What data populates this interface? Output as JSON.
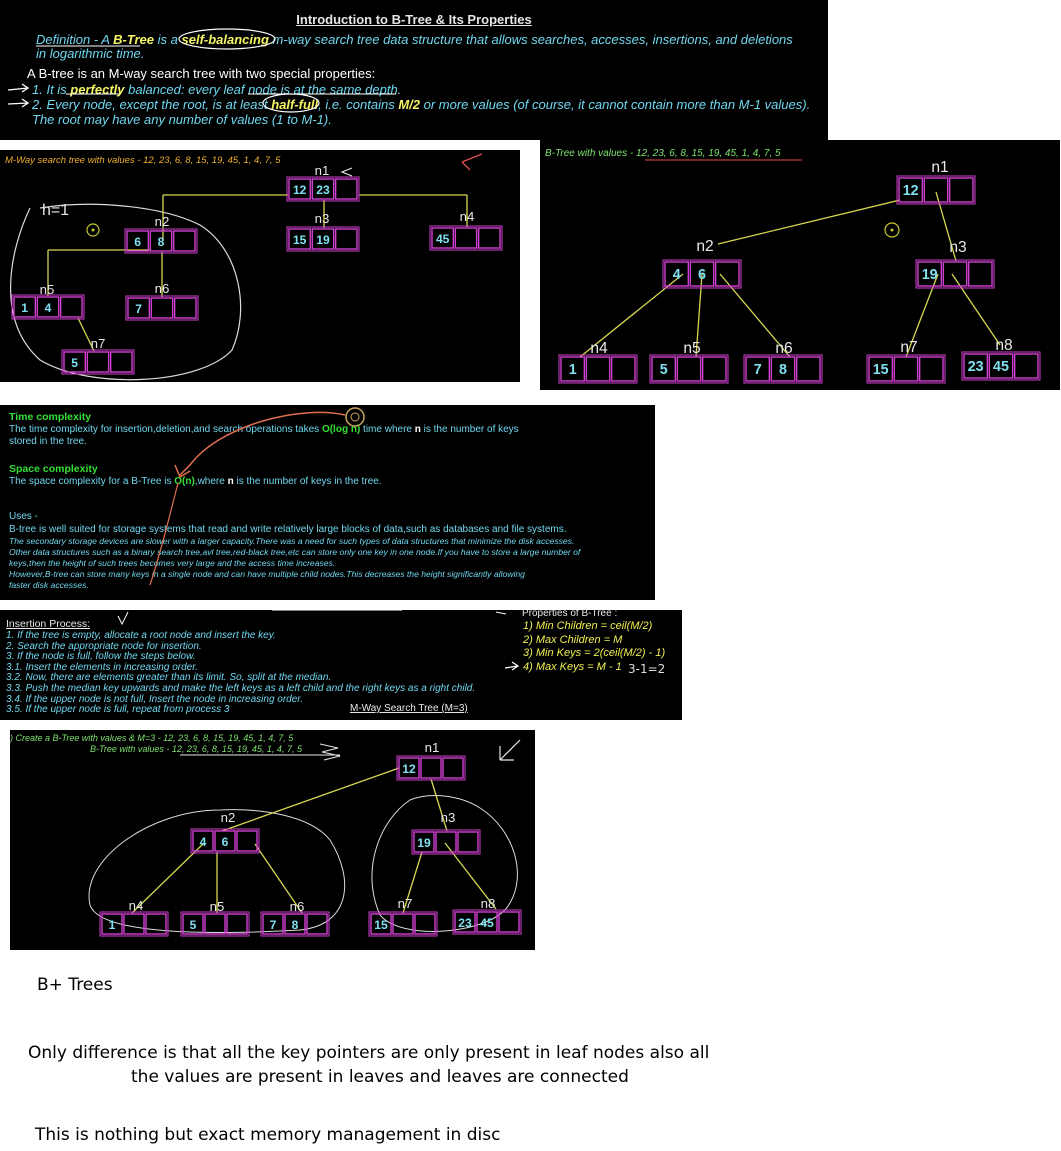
{
  "intro": {
    "title": "Introduction to B-Tree & Its Properties",
    "def_a": "Definition - A ",
    "def_btree": "B-Tree",
    "def_b": " is a ",
    "def_sb": "self-balancing",
    "def_c": " m-way search tree data structure that allows searches, accesses, insertions, and deletions",
    "def_d": "in logarithmic time.",
    "spec": "A B-tree is an M-way search tree with two special properties:",
    "p1_a": "1. It is ",
    "p1_b": "perfectly",
    "p1_c": " balanced: every leaf node is at the same depth.",
    "p2_a": "2. Every node, except the root, is at least ",
    "p2_b": "half-full",
    "p2_c": ", i.e. contains ",
    "p2_d": "M/2",
    "p2_e": " or more values (of course, it cannot contain more than M-1 values).",
    "p2_f": "The root may have any number of values (1 to M-1)."
  },
  "mway": {
    "caption": "M-Way search tree with values - 12, 23, 6, 8, 15, 19, 45, 1, 4, 7, 5",
    "height_note": "h=1",
    "labels": [
      "n1",
      "n2",
      "n3",
      "n4",
      "n5",
      "n6",
      "n7"
    ],
    "keys": {
      "n1": [
        "12",
        "23"
      ],
      "n2": [
        "6",
        "8"
      ],
      "n3": [
        "15",
        "19"
      ],
      "n4": [
        "45"
      ],
      "n5": [
        "1",
        "4"
      ],
      "n6": [
        "7"
      ],
      "n7": [
        "5"
      ]
    }
  },
  "btree": {
    "caption": "B-Tree with values - 12, 23, 6, 8, 15, 19, 45, 1, 4, 7, 5",
    "labels": [
      "n1",
      "n2",
      "n3",
      "n4",
      "n5",
      "n6",
      "n7",
      "n8"
    ],
    "keys": {
      "n1": [
        "12"
      ],
      "n2": [
        "4",
        "6"
      ],
      "n3": [
        "19"
      ],
      "n4": [
        "1"
      ],
      "n5": [
        "5"
      ],
      "n6": [
        "7",
        "8"
      ],
      "n7": [
        "15"
      ],
      "n8": [
        "23",
        "45"
      ]
    }
  },
  "complexity": {
    "time_head": "Time complexity",
    "time_a": "The time complexity for insertion,deletion,and search operations takes ",
    "time_b": "O(log n)",
    "time_c": " time where ",
    "time_n": "n",
    "time_d": " is the number of keys",
    "time_e": "stored in the tree.",
    "space_head": "Space complexity",
    "space_a": "The space complexity for a B-Tree is ",
    "space_b": "O(n)",
    "space_c": ",where ",
    "space_n": "n",
    "space_d": " is the number of keys in the tree.",
    "uses_head": "Uses -",
    "uses_1": "B-tree is well suited for storage systems that read and write relatively large blocks of data,such as databases and file systems.",
    "uses_2": "The secondary storage devices are slower with a larger capacity.There was a need for such types of data structures that minimize the disk accesses.",
    "uses_3": "Other data structures such as a binary search tree,avl tree,red-black tree,etc can store only one key in one node.If you have to store a large number of",
    "uses_4": "keys,then the height of such trees becomes very large and the access time increases.",
    "uses_5": "However,B-tree can store many keys in a single node and can have multiple child nodes.This decreases the height significantly allowing",
    "uses_6": "faster disk accesses."
  },
  "insertion": {
    "head": "Insertion Process:",
    "steps": [
      "1. If the tree is empty, allocate a root node and insert the key.",
      "2. Search the appropriate node for insertion.",
      "3. If the node is full, follow the steps below.",
      " 3.1. Insert the elements in increasing order.",
      " 3.2. Now, there are elements greater than its limit. So, split at the median.",
      " 3.3. Push the median key upwards and make the left keys as a left child and the right keys as a right child.",
      " 3.4. If the upper node is not full, Insert the node in increasing order.",
      " 3.5. If the upper node is full, repeat from process 3"
    ],
    "mway_label": "M-Way Search Tree (M=3)",
    "props_head": "Properties of B-Tree :",
    "props": [
      "1) Min Children = ceil(M/2)",
      "2) Max Children = M",
      "3) Min Keys = 2(ceil(M/2) - 1)",
      "4) Max Keys = M - 1"
    ],
    "note": "3-1=2"
  },
  "create": {
    "line1": ") Create a B-Tree with values & M=3 - 12, 23, 6, 8, 15, 19, 45, 1, 4, 7, 5",
    "line2": "B-Tree with values - 12, 23, 6, 8, 15, 19, 45, 1, 4, 7, 5",
    "labels": [
      "n1",
      "n2",
      "n3",
      "n4",
      "n5",
      "n6",
      "n7",
      "n8"
    ],
    "keys": {
      "n1": [
        "12"
      ],
      "n2": [
        "4",
        "6"
      ],
      "n3": [
        "19"
      ],
      "n4": [
        "1"
      ],
      "n5": [
        "5"
      ],
      "n6": [
        "7",
        "8"
      ],
      "n7": [
        "15"
      ],
      "n8": [
        "23",
        "45"
      ]
    }
  },
  "notes": {
    "bplus": "B+ Trees",
    "line1": "Only difference is that all the key pointers are only present in leaf nodes also all",
    "line2": "the values are present in leaves and leaves are connected",
    "line3": "This is nothing but exact memory management in disc"
  }
}
